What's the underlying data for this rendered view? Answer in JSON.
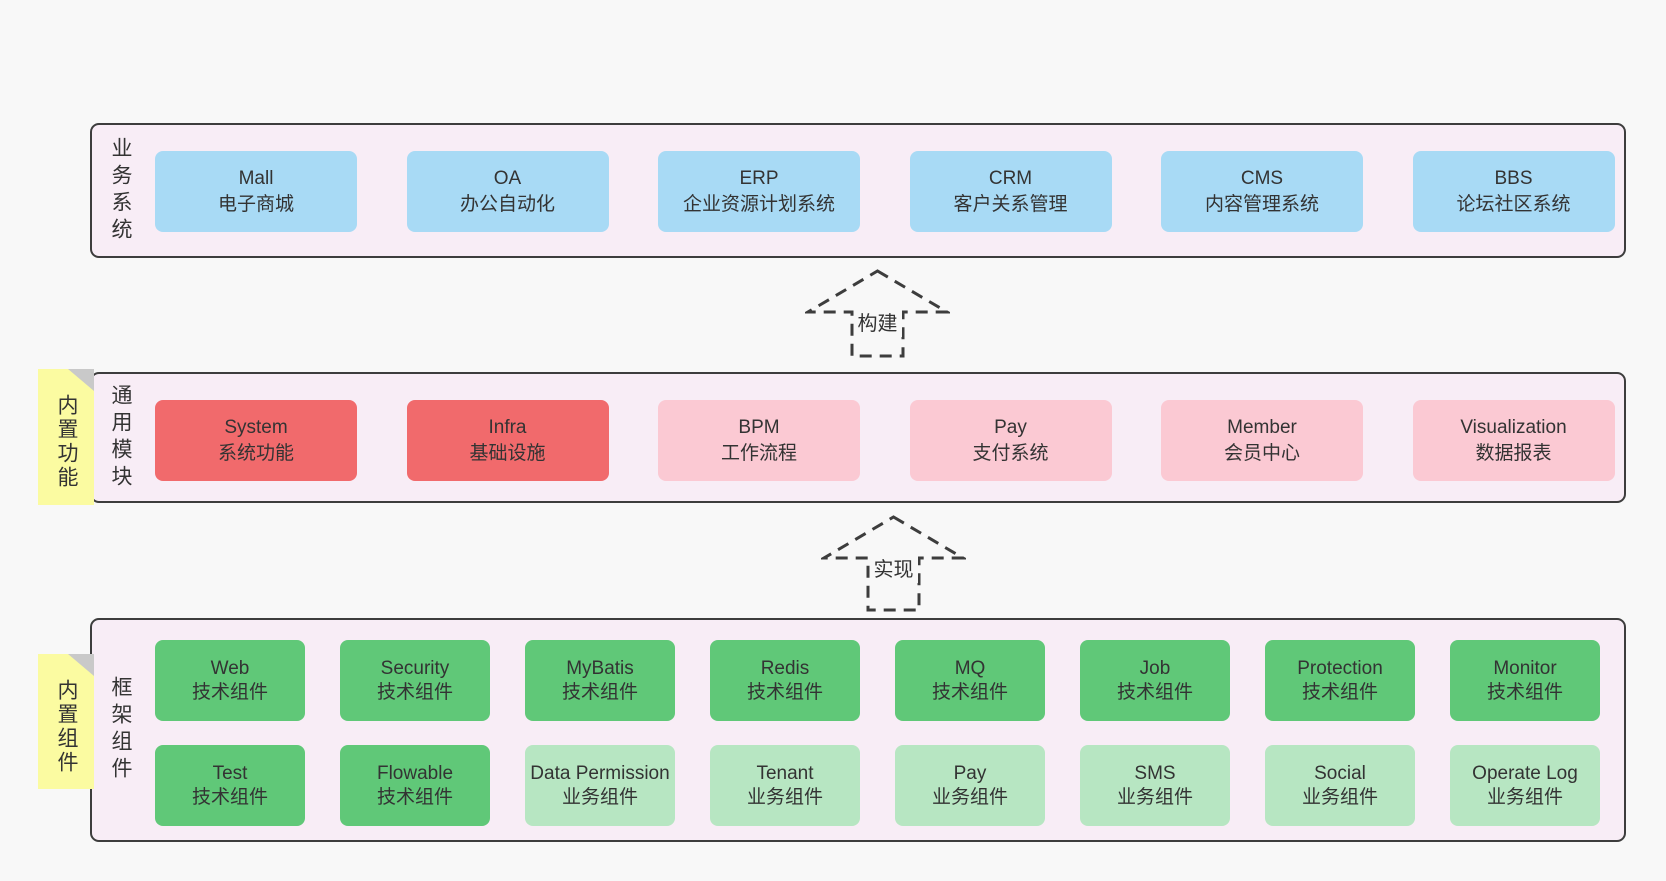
{
  "diagram": {
    "arrows": {
      "build": "构建",
      "implement": "实现"
    },
    "colors": {
      "page_bg": "#f8f8f8",
      "container_bg": "#f8edf6",
      "container_border": "#3d3d3d",
      "business_box": "#a8daf5",
      "core_module_box": "#f16a6c",
      "module_box": "#fbc9d3",
      "tech_component_box": "#60c878",
      "biz_component_box": "#b7e6c2",
      "tag_bg": "#fbfba1",
      "tag_fold": "#c9c9c9",
      "text": "#333333"
    }
  },
  "layer1": {
    "label": "业务系统",
    "boxes": [
      {
        "title": "Mall",
        "subtitle": "电子商城"
      },
      {
        "title": "OA",
        "subtitle": "办公自动化"
      },
      {
        "title": "ERP",
        "subtitle": "企业资源计划系统"
      },
      {
        "title": "CRM",
        "subtitle": "客户关系管理"
      },
      {
        "title": "CMS",
        "subtitle": "内容管理系统"
      },
      {
        "title": "BBS",
        "subtitle": "论坛社区系统"
      }
    ]
  },
  "layer2": {
    "label": "通用模块",
    "tag": "内置功能",
    "boxes": [
      {
        "title": "System",
        "subtitle": "系统功能"
      },
      {
        "title": "Infra",
        "subtitle": "基础设施"
      },
      {
        "title": "BPM",
        "subtitle": "工作流程"
      },
      {
        "title": "Pay",
        "subtitle": "支付系统"
      },
      {
        "title": "Member",
        "subtitle": "会员中心"
      },
      {
        "title": "Visualization",
        "subtitle": "数据报表"
      }
    ]
  },
  "layer3": {
    "label": "框架组件",
    "tag": "内置组件",
    "row1": [
      {
        "title": "Web",
        "subtitle": "技术组件"
      },
      {
        "title": "Security",
        "subtitle": "技术组件"
      },
      {
        "title": "MyBatis",
        "subtitle": "技术组件"
      },
      {
        "title": "Redis",
        "subtitle": "技术组件"
      },
      {
        "title": "MQ",
        "subtitle": "技术组件"
      },
      {
        "title": "Job",
        "subtitle": "技术组件"
      },
      {
        "title": "Protection",
        "subtitle": "技术组件"
      },
      {
        "title": "Monitor",
        "subtitle": "技术组件"
      }
    ],
    "row2": [
      {
        "title": "Test",
        "subtitle": "技术组件"
      },
      {
        "title": "Flowable",
        "subtitle": "技术组件"
      },
      {
        "title": "Data Permission",
        "subtitle": "业务组件"
      },
      {
        "title": "Tenant",
        "subtitle": "业务组件"
      },
      {
        "title": "Pay",
        "subtitle": "业务组件"
      },
      {
        "title": "SMS",
        "subtitle": "业务组件"
      },
      {
        "title": "Social",
        "subtitle": "业务组件"
      },
      {
        "title": "Operate Log",
        "subtitle": "业务组件"
      }
    ]
  }
}
